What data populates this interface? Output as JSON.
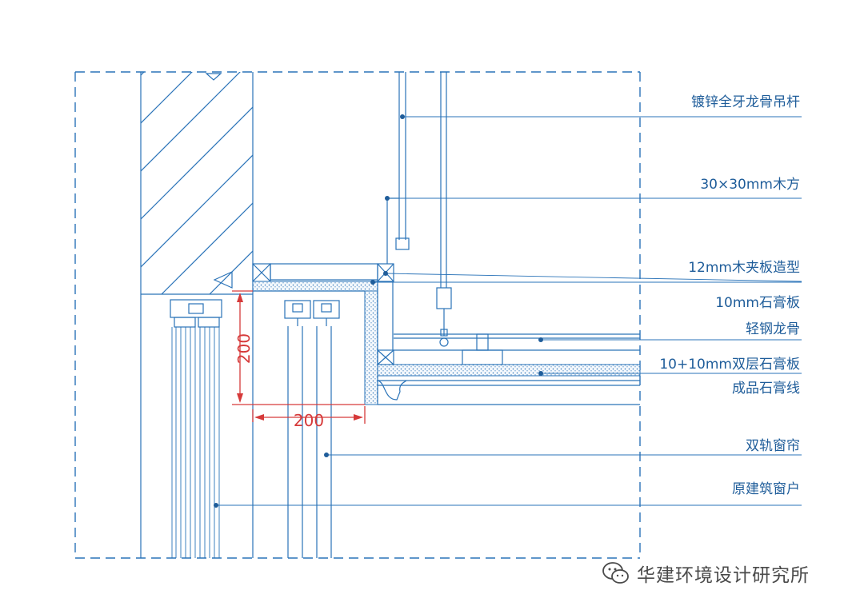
{
  "callouts": [
    "镀锌全牙龙骨吊杆",
    "30×30mm木方",
    "12mm木夹板造型",
    "10mm石膏板",
    "轻钢龙骨",
    "10+10mm双层石膏板",
    "成品石膏线",
    "双轨窗帘",
    "原建筑窗户"
  ],
  "dimensions": {
    "vertical": "200",
    "horizontal": "200"
  },
  "watermark": {
    "text": "华建环境设计研究所",
    "icon": "wechat-icon"
  },
  "colors": {
    "line": "#2a73b8",
    "text": "#1f5d9a",
    "dimension": "#d63a3a",
    "watermark": "#4a4a4a"
  }
}
